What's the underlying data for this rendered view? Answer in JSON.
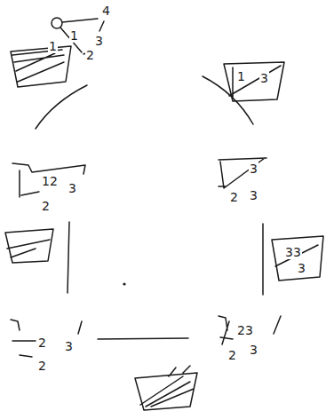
{
  "diagram": {
    "labels": [
      "1",
      "4",
      "1",
      "2",
      "3",
      "1",
      "3",
      "12",
      "3",
      "2",
      "3",
      "2",
      "3",
      "33",
      "3",
      "2",
      "3",
      "2",
      "23",
      "2",
      "3"
    ]
  }
}
